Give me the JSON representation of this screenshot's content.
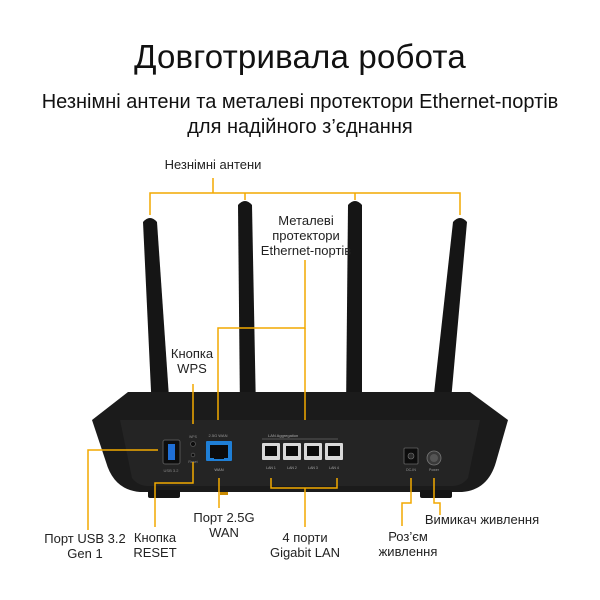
{
  "title": "Довготривала робота",
  "subtitle": {
    "line1": "Незнімні антени та металеві протектори Ethernet-портів",
    "line2": "для надійного з’єднання"
  },
  "callouts": {
    "antennas": "Незнімні антени",
    "protectors": {
      "line1": "Металеві",
      "line2": "протектори",
      "line3": "Ethernet-портів"
    },
    "wps": {
      "line1": "Кнопка",
      "line2": "WPS"
    },
    "usb": {
      "line1": "Порт USB 3.2",
      "line2": "Gen 1"
    },
    "reset": {
      "line1": "Кнопка",
      "line2": "RESET"
    },
    "wan": {
      "line1": "Порт 2.5G",
      "line2": "WAN"
    },
    "lan": {
      "line1": "4 порти",
      "line2": "Gigabit LAN"
    },
    "power_jack": {
      "line1": "Роз’єм",
      "line2": "живлення"
    },
    "power_switch": "Вимикач живлення"
  },
  "panel_print": {
    "usb_tag": "USB 3.2",
    "wps_tag": "WPS",
    "reset_tag": "Reset",
    "wan_tag": "2.5G WAN",
    "wan_label": "WAN",
    "lan_aggregation": "LAN Aggregation",
    "lan1": "LAN 1",
    "lan2": "LAN 2",
    "lan3": "LAN 3",
    "lan4": "LAN 4",
    "dc_tag": "DC-IN",
    "power_tag": "Power"
  },
  "colors": {
    "callout_line": "#f2a900",
    "router_body": "#1c1c1c",
    "wan_port_accent": "#1f7fd6"
  }
}
